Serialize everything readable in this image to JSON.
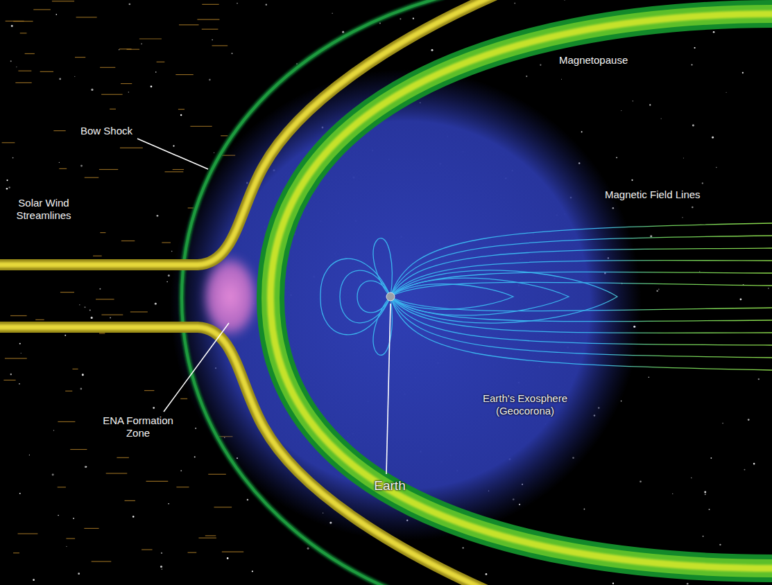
{
  "diagram": {
    "labels": [
      "Magnetopause",
      "Bow Shock",
      "Solar Wind Streamlines",
      "Magnetic Field Lines",
      "ENA Formation Zone",
      "Earth",
      "Earth's Exosphere (Geocorona)"
    ]
  }
}
